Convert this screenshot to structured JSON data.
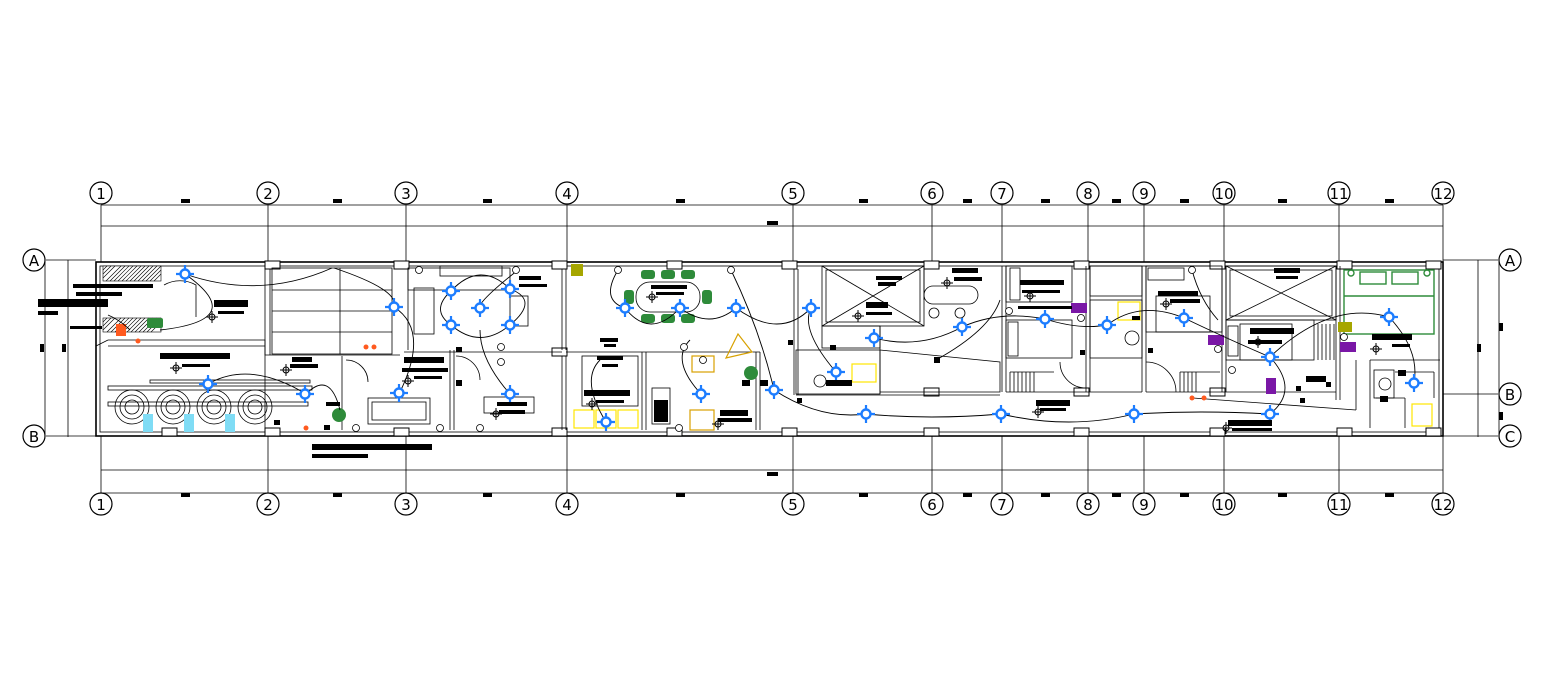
{
  "plan": {
    "columns": [
      "1",
      "2",
      "3",
      "4",
      "5",
      "6",
      "7",
      "8",
      "9",
      "10",
      "11",
      "12"
    ],
    "rows_left": [
      "A",
      "B"
    ],
    "rows_right": [
      "A",
      "B",
      "C"
    ]
  },
  "colors": {
    "fixture_blue": "#1d7dff",
    "furniture_green": "#2e8b3a",
    "accent_yellow": "#ffe600",
    "accent_purple": "#7a17a6",
    "accent_orange": "#ff5a1f",
    "accent_cyan": "#7fdcf5",
    "accent_gold": "#d8a100",
    "accent_olive": "#a6a600"
  }
}
